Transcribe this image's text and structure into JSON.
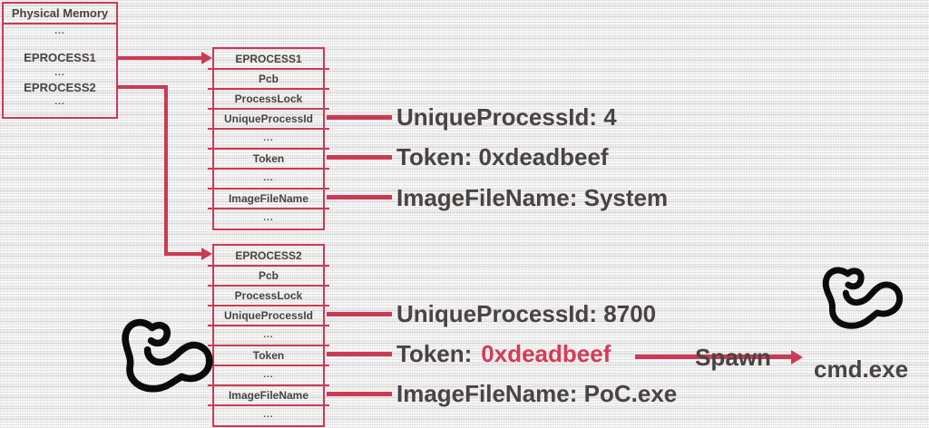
{
  "colors": {
    "red": "#cb3a54",
    "token_red": "#d63b57",
    "ink": "#4a4342",
    "icon_black": "#0b0b0b"
  },
  "physical_memory": {
    "title": "Physical Memory",
    "entries": [
      "...",
      "EPROCESS1",
      "...",
      "EPROCESS2",
      "..."
    ]
  },
  "eprocess1": {
    "header": "EPROCESS1",
    "rows": [
      "Pcb",
      "ProcessLock",
      "UniqueProcessId",
      "...",
      "Token",
      "...",
      "ImageFileName",
      "..."
    ]
  },
  "eprocess2": {
    "header": "EPROCESS2",
    "rows": [
      "Pcb",
      "ProcessLock",
      "UniqueProcessId",
      "...",
      "Token",
      "...",
      "ImageFileName",
      "..."
    ]
  },
  "system_annotations": {
    "unique_process_id": "UniqueProcessId: 4",
    "token": "Token: 0xdeadbeef",
    "image_file_name": "ImageFileName: System"
  },
  "poc_annotations": {
    "unique_process_id": "UniqueProcessId: 8700",
    "token_label": "Token:",
    "token_value": "0xdeadbeef",
    "image_file_name": "ImageFileName: PoC.exe"
  },
  "spawn": {
    "label": "Spawn",
    "target": "cmd.exe"
  },
  "icons": {
    "left_bicep": "flexed-bicep",
    "right_bicep": "flexed-bicep"
  }
}
